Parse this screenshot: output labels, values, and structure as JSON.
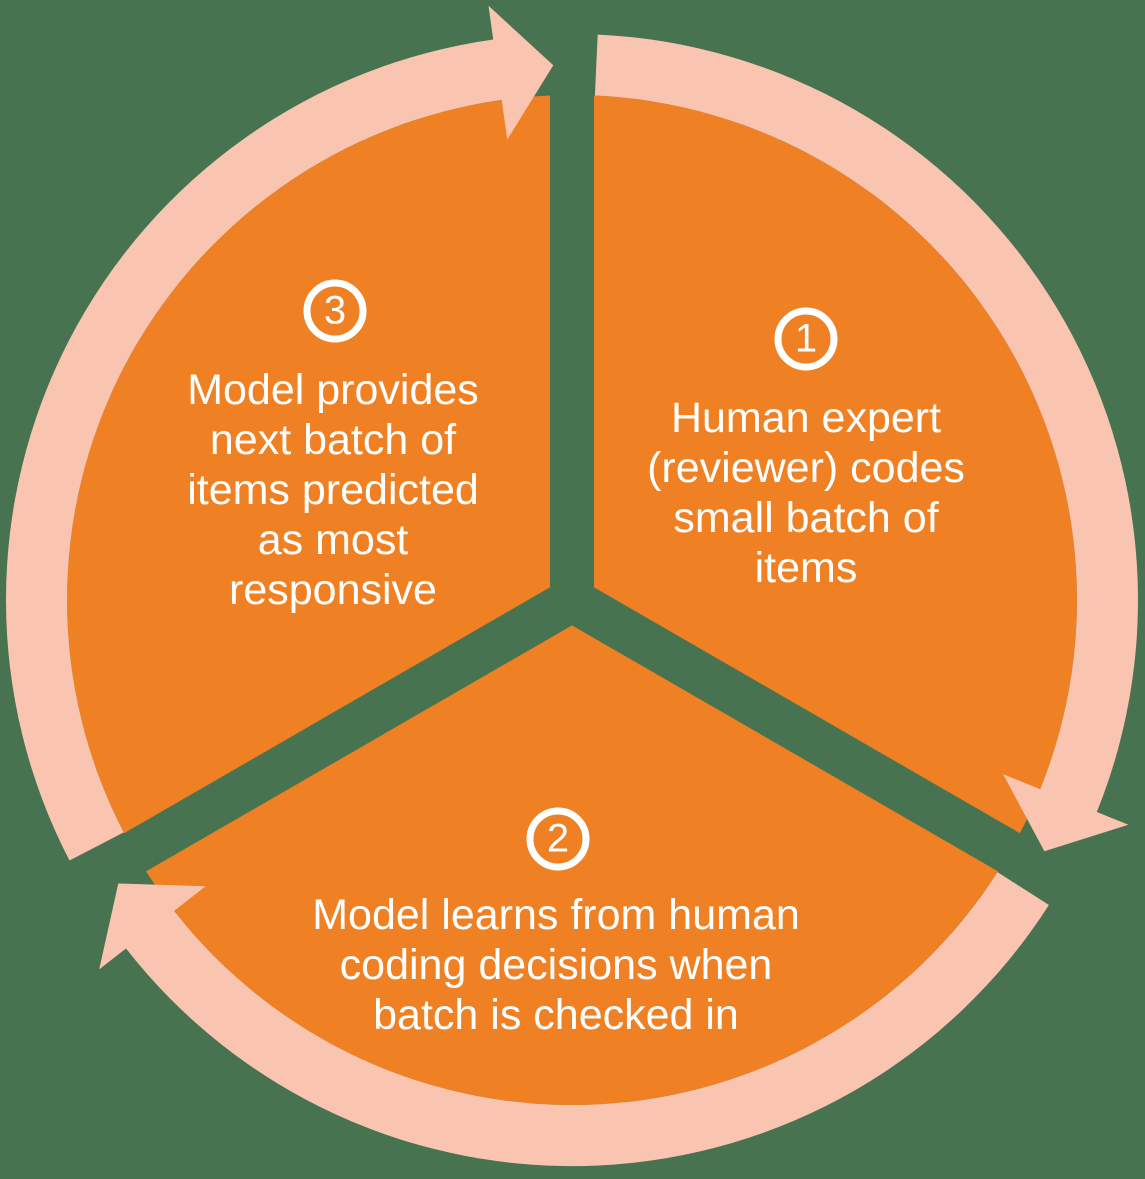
{
  "diagram": {
    "kind": "three-step-cycle",
    "direction": "clockwise"
  },
  "colors": {
    "background": "#487350",
    "wedge": "#EF8023",
    "ring_arrow": "#F9C5B1",
    "text": "#FFFFFF"
  },
  "steps": [
    {
      "number": "1",
      "position": "right",
      "lines": [
        "Human expert",
        "(reviewer) codes",
        "small batch of",
        "items"
      ]
    },
    {
      "number": "2",
      "position": "bottom",
      "lines": [
        "Model learns from human",
        "coding decisions when",
        "batch is checked in"
      ]
    },
    {
      "number": "3",
      "position": "left",
      "lines": [
        "Model provides",
        "next batch of",
        "items predicted",
        "as most",
        "responsive"
      ]
    }
  ]
}
